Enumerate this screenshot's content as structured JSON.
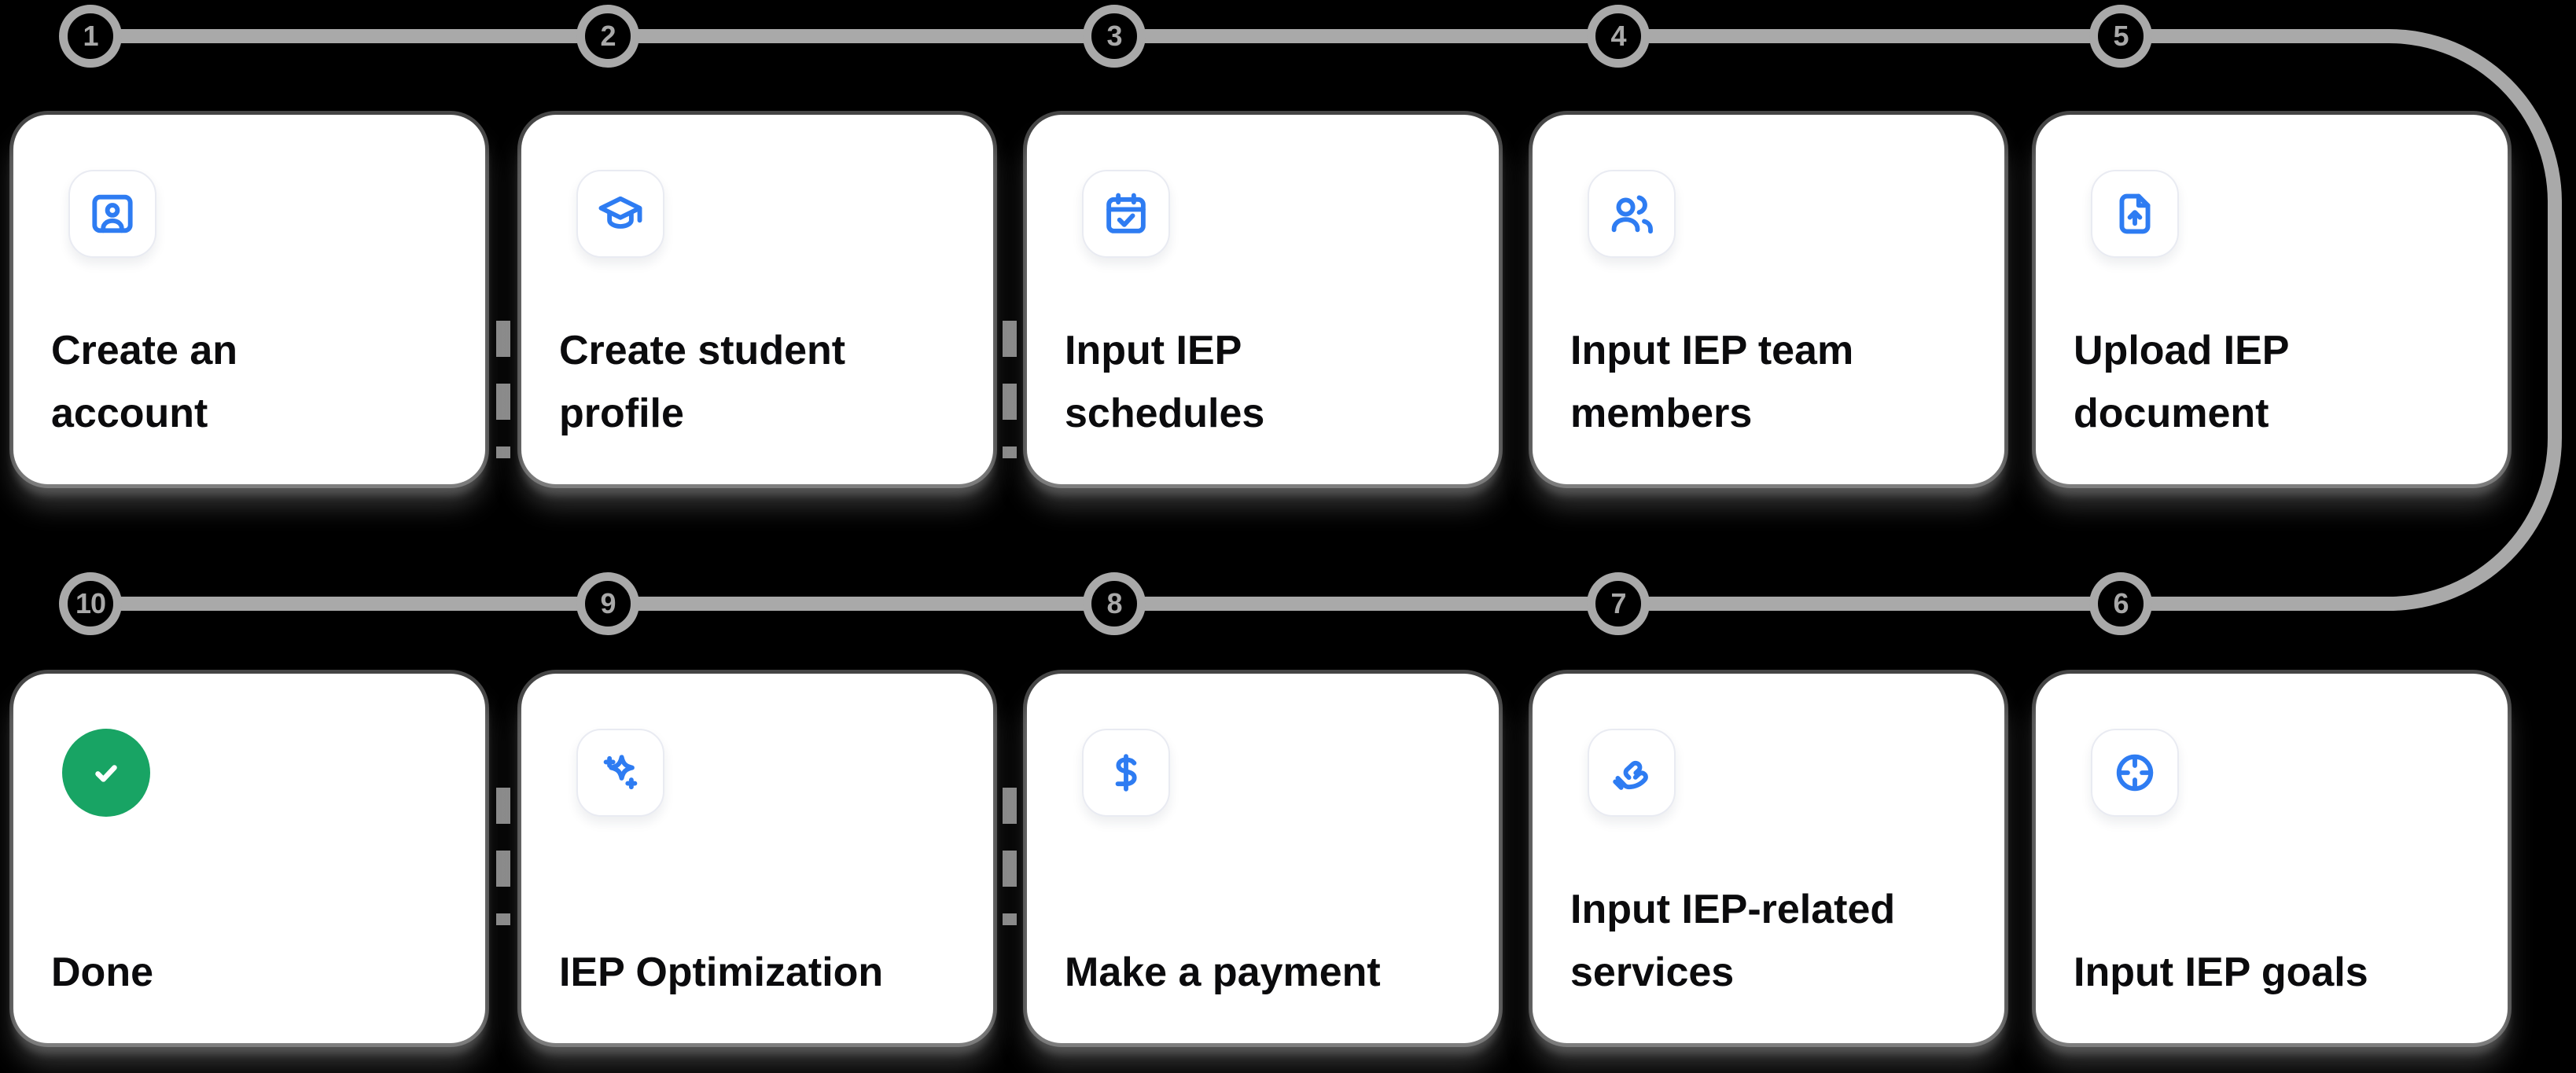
{
  "colors": {
    "background": "#000000",
    "connector_gray": "#a9a9a9",
    "accent_blue": "#2E7CF2",
    "done_green": "#18A464",
    "card_background": "#ffffff",
    "label_ink": "#0b0b0d"
  },
  "flow": {
    "row1": [
      {
        "number": "1",
        "icon": "id-card-icon",
        "label": "Create an account",
        "line1": "Create an",
        "line2": "account"
      },
      {
        "number": "2",
        "icon": "graduation-cap-icon",
        "label": "Create student profile",
        "line1": "Create student",
        "line2": "profile"
      },
      {
        "number": "3",
        "icon": "calendar-check-icon",
        "label": "Input IEP schedules",
        "line1": "Input IEP",
        "line2": "schedules"
      },
      {
        "number": "4",
        "icon": "team-members-icon",
        "label": "Input IEP team members",
        "line1": "Input IEP team",
        "line2": "members"
      },
      {
        "number": "5",
        "icon": "file-upload-icon",
        "label": "Upload IEP document",
        "line1": "Upload IEP",
        "line2": "document"
      }
    ],
    "row2": [
      {
        "number": "10",
        "icon": "check-circle-icon",
        "label": "Done",
        "line1": "Done",
        "line2": ""
      },
      {
        "number": "9",
        "icon": "sparkles-icon",
        "label": "IEP Optimization",
        "line1": "IEP Optimization",
        "line2": ""
      },
      {
        "number": "8",
        "icon": "dollar-icon",
        "label": "Make a payment",
        "line1": "Make a payment",
        "line2": ""
      },
      {
        "number": "7",
        "icon": "helping-hand-icon",
        "label": "Input IEP-related services",
        "line1": "Input IEP-related",
        "line2": "services"
      },
      {
        "number": "6",
        "icon": "target-icon",
        "label": "Input IEP goals",
        "line1": "Input IEP goals",
        "line2": ""
      }
    ]
  }
}
